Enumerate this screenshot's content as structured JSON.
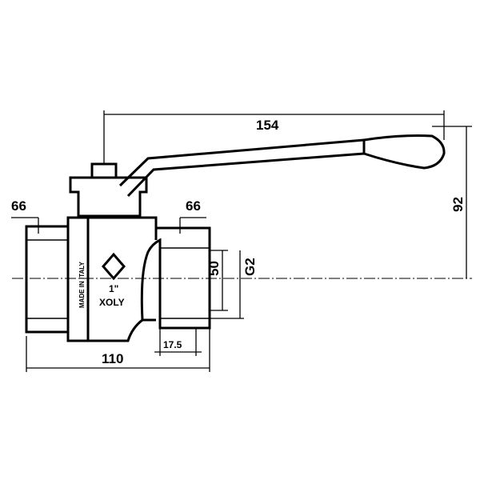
{
  "title": "Ball valve dimension drawing",
  "dimensions": {
    "handle_length": "154",
    "height": "92",
    "hex_left": "66",
    "hex_right": "66",
    "length": "110",
    "bore": "50",
    "thread": "G2",
    "thread_depth": "17.5"
  },
  "body_marking": {
    "origin": "MADE IN ITALY",
    "size": "1\"",
    "brand": "XOLY"
  }
}
